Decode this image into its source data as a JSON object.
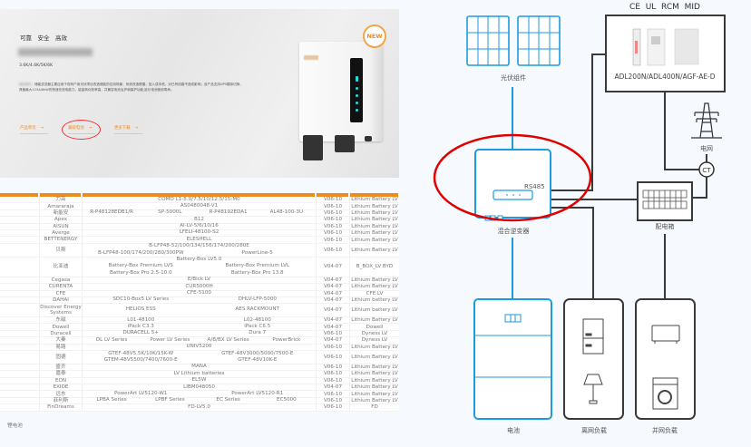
{
  "hero": {
    "tagline": "可靠　安全　高效",
    "powers": "3.6K/4.6K/5K/6K",
    "description_prefix": "SK-SHY-...",
    "description": "储能逆变器主要应用于现有户用光伏项目改造储能的应用场景，系统改造便捷，投入成本低，对已有线路不造成影响；该产品支持UPS模拟切换，具备最大125A/6kW的快速充放电能力，能量转化效率高，并兼容电池治护和保护功能,延长电池使用寿命。",
    "buttons": [
      {
        "label": "产品单页",
        "arrow": "→"
      },
      {
        "label": "兼容电池",
        "arrow": "→"
      },
      {
        "label": "更多下载",
        "arrow": "→"
      }
    ],
    "badge": "NEW"
  },
  "table": {
    "category": "锂电池",
    "rows": [
      {
        "brand": "力高",
        "models": [
          [
            "COMO L1-5.0/7.5/10/12.5/15-M0"
          ]
        ],
        "version": "V06-10",
        "protocol": "Lithium Battery LV"
      },
      {
        "brand": "Amararaja",
        "models": [
          [
            "AS0480048-V1"
          ]
        ],
        "version": "V06-10",
        "protocol": "Lithium Battery LV"
      },
      {
        "brand": "新能安",
        "models": [
          [
            "R-P48128EDB1/R",
            "SP-5000L",
            "R-P48192EDA1",
            "AL48-100-3U"
          ]
        ],
        "version": "V06-10",
        "protocol": "Lithium Battery LV"
      },
      {
        "brand": "Apex",
        "models": [
          [
            "B12"
          ]
        ],
        "version": "V06-10",
        "protocol": "Lithium Battery LV"
      },
      {
        "brand": "AISUN",
        "models": [
          [
            "AI-LV-5/6/10/16"
          ]
        ],
        "version": "V06-10",
        "protocol": "Lithium Battery LV"
      },
      {
        "brand": "Averge",
        "models": [
          [
            "LFELI-48100-S2"
          ]
        ],
        "version": "V06-10",
        "protocol": "Lithium Battery LV"
      },
      {
        "brand": "BETTENERGY",
        "models": [
          [
            "ELESHELL"
          ]
        ],
        "version": "V06-10",
        "protocol": "Lithium Battery LV"
      },
      {
        "brand": "贝斯",
        "models": [
          [
            "B-LFP48-52/100/134/156/174/200/280E"
          ],
          [
            "B-LFP48-100/174/200/280/300PW",
            "PowerLine-5"
          ]
        ],
        "version": "V06-10",
        "protocol": "Lithium Battery LV"
      },
      {
        "brand": "比亚迪",
        "models": [
          [
            "Battery-Box LV5.0"
          ],
          [
            "Battery-Box Premium LVS",
            "Battery-Box Premium LVL"
          ],
          [
            "Battery-Box Pro 2.5-10.0",
            "Battery-Box Pro 13.8"
          ]
        ],
        "version": "V04-07",
        "protocol": "B_BOX_LV BYD"
      },
      {
        "brand": "Cegasa",
        "models": [
          [
            "E/Bick LV"
          ]
        ],
        "version": "V04-07",
        "protocol": "Lithium Battery LV"
      },
      {
        "brand": "CURENTA",
        "models": [
          [
            "CUR5000H"
          ]
        ],
        "version": "V04-07",
        "protocol": "Lithium Battery LV"
      },
      {
        "brand": "CFE",
        "models": [
          [
            "CFE-5100"
          ]
        ],
        "version": "V04-07",
        "protocol": "CFE LV"
      },
      {
        "brand": "DAHAI",
        "models": [
          [
            "SDC10-Box5 LV Series",
            "DHLV-LFP-5000"
          ]
        ],
        "version": "V04-07",
        "protocol": "Lithium battery LV"
      },
      {
        "brand": "Discover Energy Systems",
        "models": [
          [
            "HELIOS ESS",
            "AES RACKMOUNT"
          ]
        ],
        "version": "V04-07",
        "protocol": "Lithium battery LV",
        "tall": true
      },
      {
        "brand": "东磁",
        "models": [
          [
            "L01-48100",
            "L02-48100"
          ]
        ],
        "version": "V04-07",
        "protocol": "Lithium Battery LV"
      },
      {
        "brand": "Dowell",
        "models": [
          [
            "iPack C3.3",
            "iPack C6.5"
          ]
        ],
        "version": "V04-07",
        "protocol": "Dowell"
      },
      {
        "brand": "Duracell",
        "models": [
          [
            "DURACELL 5+",
            "Dura 7"
          ]
        ],
        "version": "V06-10",
        "protocol": "Dyness LV"
      },
      {
        "brand": "大秦",
        "models": [
          [
            "DL LV Series",
            "Power LV Series",
            "A/B/BX LV Series",
            "PowerBrick"
          ]
        ],
        "version": "V04-07",
        "protocol": "Dyness LV"
      },
      {
        "brand": "易路",
        "models": [
          [
            "UNIV5200"
          ]
        ],
        "version": "V06-10",
        "protocol": "Lithium Battery LV"
      },
      {
        "brand": "固德",
        "models": [
          [
            "GTEF-48V5.5K/10K/15K-W",
            "GTEF-48V3000/5000/7500-E"
          ],
          [
            "GTEM-48V5500/7400/7600-E",
            "GTEF-48V10K-E"
          ]
        ],
        "version": "V06-10",
        "protocol": "Lithium Battery LV"
      },
      {
        "brand": "盛齐",
        "models": [
          [
            "MANA"
          ]
        ],
        "version": "V06-10",
        "protocol": "Lithium Battery LV"
      },
      {
        "brand": "嘉泰",
        "models": [
          [
            "LV Lithium batteries"
          ]
        ],
        "version": "V06-10",
        "protocol": "Lithium Battery LV"
      },
      {
        "brand": "EON",
        "models": [
          [
            "EL5W"
          ]
        ],
        "version": "V06-10",
        "protocol": "Lithium Battery LV"
      },
      {
        "brand": "EXIDE",
        "models": [
          [
            "LIBM048050"
          ]
        ],
        "version": "V04-07",
        "protocol": "Lithium Battery LV"
      },
      {
        "brand": "远东",
        "models": [
          [
            "PowerArt LV5120-W1",
            "PowerArt LV5120-R1"
          ]
        ],
        "version": "V06-10",
        "protocol": "Lithium Battery LV"
      },
      {
        "brand": "菲利斯",
        "models": [
          [
            "LPBA Series",
            "LPBF Series",
            "EC Series",
            "EC5000"
          ]
        ],
        "version": "V06-10",
        "protocol": "Lithium Battery LV"
      },
      {
        "brand": "FinDreams",
        "models": [
          [
            "FD-LV5.0"
          ]
        ],
        "version": "V06-10",
        "protocol": "FD"
      }
    ]
  },
  "diagram": {
    "certs": "CE  UL  RCM  MID",
    "meter_models": "ADL200N/ADL400N/AGF-AE-D",
    "pv_label": "光伏组件",
    "inverter_label": "混合逆变器",
    "rs485": "RS485",
    "grid_label": "电网",
    "ct": "CT",
    "dist_label": "配电箱",
    "battery_label": "电池",
    "offgrid_label": "离网负载",
    "ongrid_label": "并网负载",
    "colors": {
      "blue": "#1d9be0",
      "dark": "#3a3a3a",
      "red": "#e00000",
      "orange": "#ef8a1d"
    }
  }
}
